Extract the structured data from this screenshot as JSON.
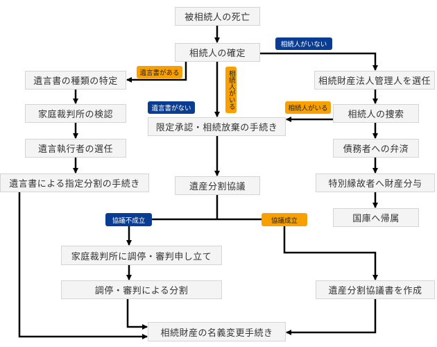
{
  "nodes": {
    "death": "被相続人の死亡",
    "determine_heirs": "相続人の確定",
    "identify_will_type": "遺言書の種類の特定",
    "court_probate": "家庭裁判所の検認",
    "appoint_executor": "遺言執行者の選任",
    "designated_division": "遺言書による指定分割の手続き",
    "limited_approval": "限定承認・相続放棄の手続き",
    "division_consultation": "遺産分割協議",
    "appoint_administrator": "相続財産法人管理人を選任",
    "search_heirs": "相続人の捜索",
    "pay_creditors": "債務者への弁済",
    "special_relations": "特別縁故者へ財産分与",
    "state_treasury": "国庫へ帰属",
    "court_mediation_petition": "家庭裁判所に調停・審判申し立て",
    "mediation_division": "調停・審判による分割",
    "create_agreement": "遺産分割協議書を作成",
    "name_change": "相続財産の名義変更手続き"
  },
  "labels": {
    "will_exists": "遺言書がある",
    "no_will": "遺言書がない",
    "heirs_exist": "相続人がいる",
    "no_heirs": "相続人がいない",
    "heirs_found": "相続人がいる",
    "consultation_failed": "協議不成立",
    "consultation_succeeded": "協議成立"
  },
  "colors": {
    "blue_badge": "#0a3d91",
    "orange_badge": "#f7a000",
    "box_fill": "#f4f4f4",
    "box_border": "#d4d4d4",
    "line": "#000000"
  }
}
